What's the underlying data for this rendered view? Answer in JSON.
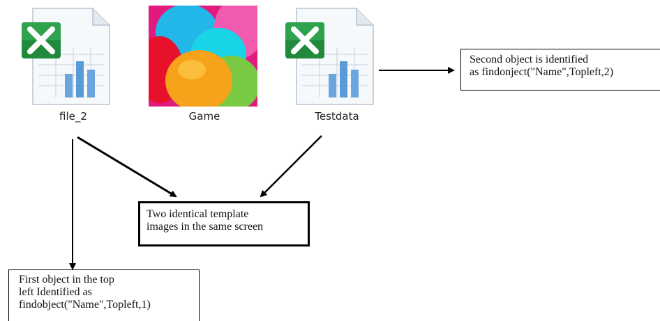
{
  "files": [
    {
      "label": "file_2",
      "icon": "excel-file-icon"
    },
    {
      "label": "Game",
      "icon": "balloons-image-icon"
    },
    {
      "label": "Testdata",
      "icon": "excel-file-icon"
    }
  ],
  "callouts": {
    "second": [
      "Second object is identified",
      "as findonject(\"Name\",Topleft,2)"
    ],
    "center": [
      "Two identical template",
      "images in the same screen"
    ],
    "first": [
      "First object in the top",
      "left Identified as",
      "findobject(\"Name\",Topleft,1)"
    ]
  },
  "colors": {
    "excel_green": "#1f8a3b",
    "chart_blue": "#6aa6dd"
  }
}
